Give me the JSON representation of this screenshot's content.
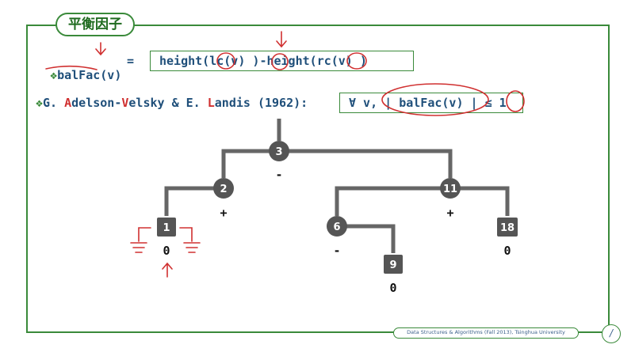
{
  "title": "平衡因子",
  "definition": {
    "bullet": "❖",
    "lhs": "balFac(v)",
    "eq": "=",
    "rhs_prefix": "height(",
    "lc": "lc",
    "rhs_mid1": "(v) )",
    "minus": "-",
    "rhs_mid2": "height(",
    "rc": "rc",
    "rhs_end": "(v) )"
  },
  "avl": {
    "bullet": "❖",
    "authors_parts": [
      "G. ",
      "A",
      "delson-",
      "V",
      "elsky & E. ",
      "L",
      "andis (1962):"
    ],
    "condition_prefix": "∀ v,",
    "condition_abs": "| balFac(v) |",
    "condition_le": "≤",
    "condition_bound": "1"
  },
  "tree": {
    "nodes": [
      {
        "id": "3",
        "shape": "circle",
        "bf": "-"
      },
      {
        "id": "2",
        "shape": "circle",
        "bf": "+"
      },
      {
        "id": "11",
        "shape": "circle",
        "bf": "+"
      },
      {
        "id": "1",
        "shape": "square",
        "bf": "0"
      },
      {
        "id": "6",
        "shape": "circle",
        "bf": "-"
      },
      {
        "id": "18",
        "shape": "square",
        "bf": "0"
      },
      {
        "id": "9",
        "shape": "square",
        "bf": "0"
      }
    ]
  },
  "colors": {
    "frame": "#3a8a3a",
    "text": "#1f4f7a",
    "accent_red": "#d03030",
    "node": "#555555",
    "edge": "#666666"
  },
  "footer": "Data Structures & Algorithms (Fall 2013), Tsinghua University",
  "page_number": "/"
}
